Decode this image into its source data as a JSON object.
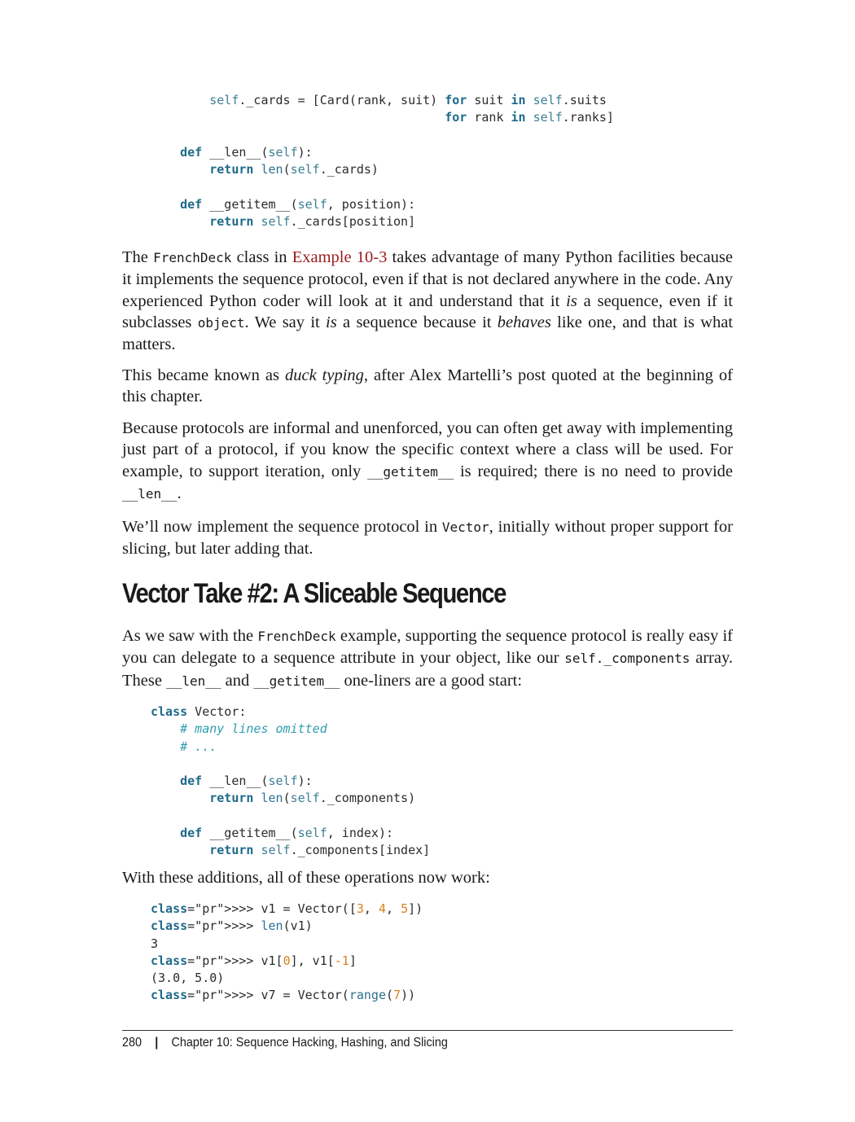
{
  "code_block_1": {
    "lines": [
      "        self._cards = [Card(rank, suit) for suit in self.suits",
      "                                        for rank in self.ranks]",
      "",
      "    def __len__(self):",
      "        return len(self._cards)",
      "",
      "    def __getitem__(self, position):",
      "        return self._cards[position]"
    ]
  },
  "para_1": {
    "t1": "The ",
    "c1": "FrenchDeck",
    "t2": " class in ",
    "link": "Example 10-3",
    "t3": " takes advantage of many Python facilities because it implements the sequence protocol, even if that is not declared anywhere in the code. Any experienced Python coder will look at it and understand that it ",
    "em1": "is",
    "t4": " a sequence, even if it subclasses ",
    "c2": "object",
    "t5": ". We say it ",
    "em2": "is",
    "t6": " a sequence because it ",
    "em3": "behaves",
    "t7": " like one, and that is what matters."
  },
  "para_2": {
    "t1": "This became known as ",
    "em1": "duck typing",
    "t2": ", after Alex Martelli’s post quoted at the beginning of this chapter."
  },
  "para_3": {
    "t1": "Because protocols are informal and unenforced, you can often get away with implementing just part of a protocol, if you know the specific context where a class will be used. For example, to support iteration, only ",
    "c1": "__getitem__",
    "t2": " is required; there is no need to provide ",
    "c2": "__len__",
    "t3": "."
  },
  "para_4": {
    "t1": "We’ll now implement the sequence protocol in ",
    "c1": "Vector",
    "t2": ", initially without proper support for slicing, but later adding that."
  },
  "heading": "Vector Take #2: A Sliceable Sequence",
  "para_5": {
    "t1": "As we saw with the ",
    "c1": "FrenchDeck",
    "t2": " example, supporting the sequence protocol is really easy if you can delegate to a sequence attribute in your object, like our ",
    "c2": "self._components",
    "t3": " array. These ",
    "c3": "__len__",
    "t4": " and ",
    "c4": "__getitem__",
    "t5": " one-liners are a good start:"
  },
  "code_block_2": {
    "lines": [
      "class Vector:",
      "    # many lines omitted",
      "    # ...",
      "",
      "    def __len__(self):",
      "        return len(self._components)",
      "",
      "    def __getitem__(self, index):",
      "        return self._components[index]"
    ]
  },
  "para_6": "With these additions, all of these operations now work:",
  "code_block_3": {
    "lines": [
      ">>> v1 = Vector([3, 4, 5])",
      ">>> len(v1)",
      "3",
      ">>> v1[0], v1[-1]",
      "(3.0, 5.0)",
      ">>> v7 = Vector(range(7))"
    ]
  },
  "footer": {
    "page_number": "280",
    "separator": "|",
    "chapter": "Chapter 10: Sequence Hacking, Hashing, and Slicing"
  }
}
